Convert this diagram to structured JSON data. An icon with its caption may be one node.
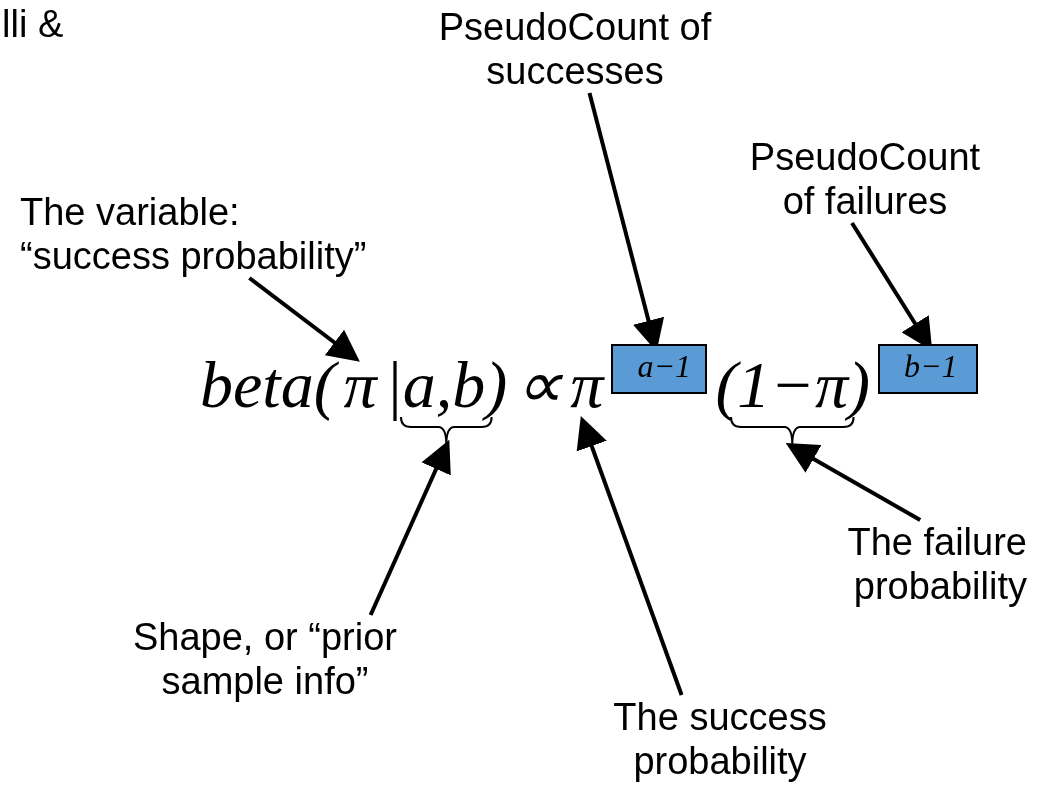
{
  "diagram": {
    "nodes": [
      {
        "text": [
          "PseudoCount of successes"
        ]
      },
      {
        "text": [
          "PseudoCount of failures"
        ]
      },
      {
        "text": [
          "The variable: “success probability”"
        ]
      },
      {
        "text": [
          "a−1"
        ]
      },
      {
        "text": [
          "b−1"
        ]
      },
      {
        "text": [
          "π"
        ]
      },
      {
        "text": [],
        "shape": "bracket"
      },
      {
        "text": [
          "π"
        ]
      },
      {
        "text": [],
        "shape": "bracket"
      },
      {
        "text": [
          "Shape, or “prior sample info”"
        ]
      },
      {
        "text": [
          "The success probability"
        ]
      },
      {
        "text": [
          "The failure probability"
        ]
      }
    ],
    "edges": [
      {
        "from": 0,
        "to": 3,
        "arrow": "to"
      },
      {
        "from": 1,
        "to": 4,
        "arrow": "to"
      },
      {
        "from": 2,
        "to": 5,
        "arrow": "to"
      },
      {
        "from": 9,
        "to": 6,
        "arrow": "to"
      },
      {
        "from": 10,
        "to": 7,
        "arrow": "to"
      },
      {
        "from": 11,
        "to": 8,
        "arrow": "to"
      }
    ],
    "labels": [
      "lli &",
      "beta(",
      "|a,b)",
      "∝",
      "(1−π)"
    ]
  }
}
